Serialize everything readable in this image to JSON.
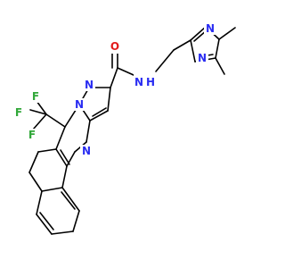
{
  "molecule": {
    "atoms": {
      "o_carbonyl": "O",
      "n_amide": "N",
      "h_amide": "H",
      "n_pz1": "N",
      "n_pz2": "N",
      "n_pz_methyl": "N",
      "n_pz_ring": "N",
      "n_pyrimidine": "N",
      "f1": "F",
      "f2": "F",
      "f3": "F"
    },
    "colors": {
      "nitrogen": "#2a2df2",
      "oxygen": "#e21b1b",
      "fluorine": "#32a83a",
      "bond": "#000000"
    }
  }
}
